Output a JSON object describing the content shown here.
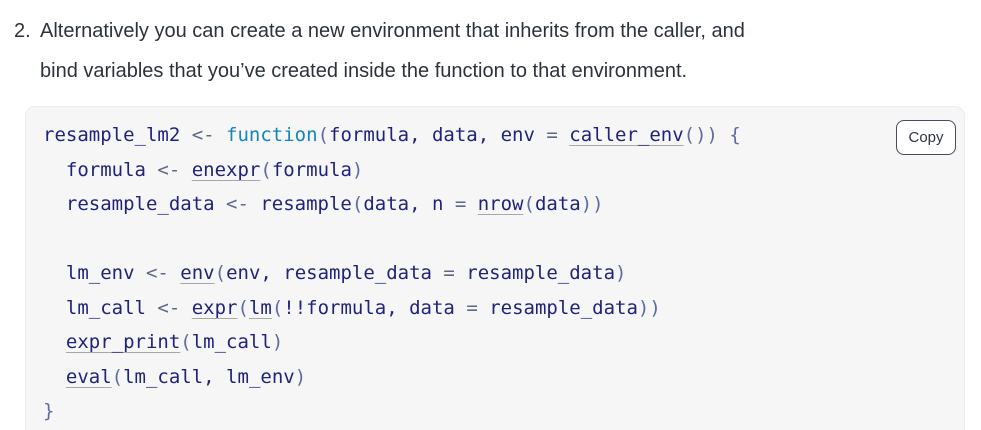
{
  "colors": {
    "page_bg": "#ffffff",
    "body_text": "#2c323d",
    "code_bg": "#f6f6f7",
    "code_border": "#ececee",
    "identifier": "#20237a",
    "keyword": "#1486b4",
    "operator": "#5e6785",
    "punctuation": "#5d6ba0",
    "link": "#20237a",
    "link_underline": "#a8a8a8",
    "button_border": "#464b5d",
    "button_text": "#2f3542",
    "button_bg": "#ffffff"
  },
  "list_item": {
    "number": "2.",
    "text": "Alternatively you can create a new environment that inherits from the caller, and bind variables that you’ve created inside the function to that environment.",
    "text_lines": [
      "Alternatively you can create a new environment that inherits from the caller, and",
      "bind variables that you’ve created inside the function to that environment."
    ]
  },
  "code_block": {
    "language": "r",
    "copy_button_label": "Copy",
    "code_text": "resample_lm2 <- function(formula, data, env = caller_env()) {\n  formula <- enexpr(formula)\n  resample_data <- resample(data, n = nrow(data))\n\n  lm_env <- env(env, resample_data = resample_data)\n  lm_call <- expr(lm(!!formula, data = resample_data))\n  expr_print(lm_call)\n  eval(lm_call, lm_env)\n}",
    "lines": [
      [
        [
          "t",
          "resample_lm2"
        ],
        [
          "o",
          " <- "
        ],
        [
          "k",
          "function"
        ],
        [
          "p",
          "("
        ],
        [
          "t",
          "formula, data, env"
        ],
        [
          "o",
          " = "
        ],
        [
          "l",
          "caller_env"
        ],
        [
          "p",
          "())"
        ],
        [
          "t",
          " "
        ],
        [
          "p",
          "{"
        ]
      ],
      [
        [
          "t",
          "  formula"
        ],
        [
          "o",
          " <- "
        ],
        [
          "l",
          "enexpr"
        ],
        [
          "p",
          "("
        ],
        [
          "t",
          "formula"
        ],
        [
          "p",
          ")"
        ]
      ],
      [
        [
          "t",
          "  resample_data"
        ],
        [
          "o",
          " <- "
        ],
        [
          "t",
          "resample"
        ],
        [
          "p",
          "("
        ],
        [
          "t",
          "data, n"
        ],
        [
          "o",
          " = "
        ],
        [
          "l",
          "nrow"
        ],
        [
          "p",
          "("
        ],
        [
          "t",
          "data"
        ],
        [
          "p",
          "))"
        ]
      ],
      [],
      [
        [
          "t",
          "  lm_env"
        ],
        [
          "o",
          " <- "
        ],
        [
          "l",
          "env"
        ],
        [
          "p",
          "("
        ],
        [
          "t",
          "env, resample_data"
        ],
        [
          "o",
          " = "
        ],
        [
          "t",
          "resample_data"
        ],
        [
          "p",
          ")"
        ]
      ],
      [
        [
          "t",
          "  lm_call"
        ],
        [
          "o",
          " <- "
        ],
        [
          "l",
          "expr"
        ],
        [
          "p",
          "("
        ],
        [
          "l",
          "lm"
        ],
        [
          "p",
          "("
        ],
        [
          "t",
          "!!formula, data"
        ],
        [
          "o",
          " = "
        ],
        [
          "t",
          "resample_data"
        ],
        [
          "p",
          "))"
        ]
      ],
      [
        [
          "t",
          "  "
        ],
        [
          "l",
          "expr_print"
        ],
        [
          "p",
          "("
        ],
        [
          "t",
          "lm_call"
        ],
        [
          "p",
          ")"
        ]
      ],
      [
        [
          "t",
          "  "
        ],
        [
          "l",
          "eval"
        ],
        [
          "p",
          "("
        ],
        [
          "t",
          "lm_call, lm_env"
        ],
        [
          "p",
          ")"
        ]
      ],
      [
        [
          "p",
          "}"
        ]
      ]
    ]
  }
}
